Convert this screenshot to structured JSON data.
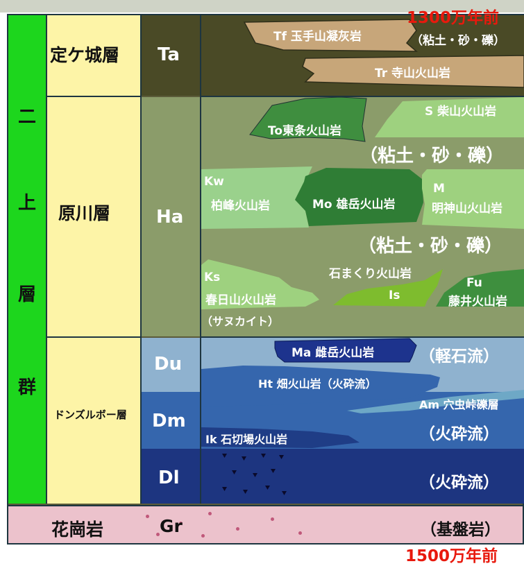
{
  "time_top": "1300万年前",
  "time_bottom": "1500万年前",
  "group": {
    "label": "二上層群",
    "chars": [
      "二",
      "上",
      "層",
      "群"
    ]
  },
  "formations": {
    "teikajo": "定ケ城層",
    "harakawa": "原川層",
    "donzurubo": "ドンズルボー層",
    "granite": "花崗岩"
  },
  "codes": {
    "ta": "Ta",
    "ha": "Ha",
    "du": "Du",
    "dm": "Dm",
    "dl": "Dl",
    "gr": "Gr"
  },
  "units": {
    "tf": "Tf 玉手山凝灰岩",
    "tr": "Tr 寺山火山岩",
    "to": "To東条火山岩",
    "s": "S 柴山火山岩",
    "kw_code": "Kw",
    "kw_name": "柏峰火山岩",
    "mo": "Mo 雄岳火山岩",
    "m_code": "M",
    "m_name": "明神山火山岩",
    "ks_code": "Ks",
    "ks_name": "春日山火山岩",
    "ks_note": "（サヌカイト）",
    "is_name": "石まくり火山岩",
    "is_code": "Is",
    "fu_code": "Fu",
    "fu_name": "藤井火山岩",
    "ma": "Ma 雌岳火山岩",
    "ht": "Ht 畑火山岩（火砕流）",
    "am": "Am 穴虫峠礫層",
    "ik": "Ik 石切場火山岩"
  },
  "notes": {
    "ta_clay": "（粘土・砂・礫）",
    "ha_clay1": "（粘土・砂・礫）",
    "ha_clay2": "（粘土・砂・礫）",
    "du_pumice": "（軽石流）",
    "dm_pyro": "（火砕流）",
    "dl_pyro": "（火砕流）",
    "gr_base": "（基盤岩）"
  },
  "colors": {
    "group_green": "#1dd61d",
    "formation_yellow": "#fdf4a7",
    "ta_dark": "#4a4a26",
    "ha_olive": "#8b9c6a",
    "du_blue": "#8fb2cf",
    "dm_blue": "#3566ad",
    "dl_navy": "#1d3580",
    "granite_pink": "#ecc2cc",
    "time_red": "#e8190d"
  }
}
